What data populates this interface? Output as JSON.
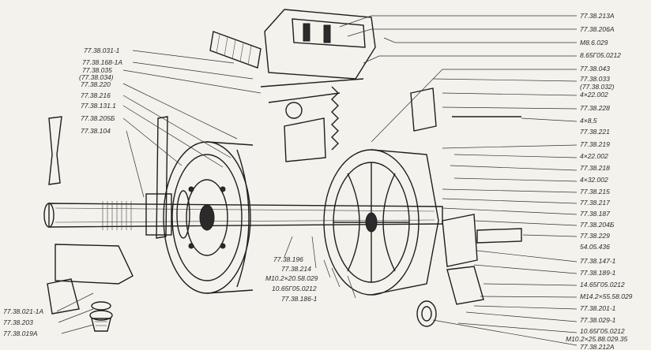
{
  "labels_left": [
    "77.38.031-1",
    "77.38.168-1А",
    "77.38.035",
    "(77.38.034)",
    "77.38.220",
    "77.38.216",
    "77.38.131.1",
    "77.38.205Б",
    "77.38.104"
  ],
  "labels_right": [
    "77.38.213А",
    "77.38.206А",
    "М8.6.029",
    "8.65Г05.0212",
    "77.38.043",
    "77.38.033",
    "(77.38.032)",
    "4×22.002",
    "77.38.228",
    "4×8,5",
    "77.38.221",
    "77.38.219",
    "4×22.002",
    "77.38.218",
    "4×32.002",
    "77.38.215",
    "77.38.217",
    "77.38.187",
    "77.38.204Б",
    "77.38.229",
    "54.05.436",
    "77.38.147-1",
    "77.38.189-1",
    "14.65Г05.0212",
    "М14.2×55.58.029",
    "77.38.201-1",
    "77.38.029-1",
    "10.65Г05.0212",
    "М10.2×25.88.029.35",
    "77.38.212А"
  ],
  "labels_bottom_center": [
    "77.38.196",
    "77.38.214",
    "М10.2×20.58.029",
    "10.65Г05.0212",
    "77.38.186-1"
  ],
  "labels_bottom_left": [
    "77.38.021-1А",
    "77.38.203",
    "77.38.019А"
  ]
}
